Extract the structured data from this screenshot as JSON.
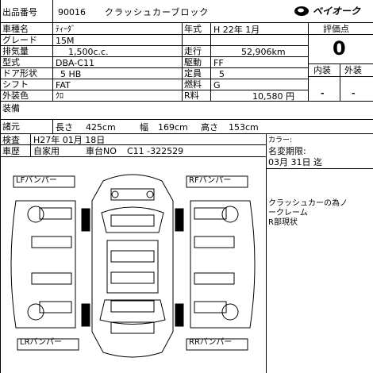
{
  "header": {
    "lot_label": "出品番号",
    "lot_number": "90016",
    "lot_title": "クラッシュカーブロック",
    "brand_logo_text": "ベイオーク"
  },
  "specs": {
    "model_label": "車種名",
    "model_value": "ﾃｨｰﾀﾞ",
    "grade_label": "グレード",
    "grade_value": "15M",
    "displacement_label": "排気量",
    "displacement_value": "1,500c.c.",
    "type_label": "型式",
    "type_value": "DBA-C11",
    "doors_label": "ドア形状",
    "doors_value": "5 HB",
    "shift_label": "シフト",
    "shift_value": "FAT",
    "color_label": "外装色",
    "color_value": "ｸﾛ",
    "year_label": "年式",
    "year_value": "H 22年  1月",
    "mileage_label": "走行",
    "mileage_value": "52,906km",
    "drive_label": "駆動",
    "drive_value": "FF",
    "capacity_label": "定員",
    "capacity_value": "5",
    "fuel_label": "燃料",
    "fuel_value": "G",
    "fee_label": "R料",
    "fee_value": "10,580 円"
  },
  "rating": {
    "title": "評価点",
    "score": "0",
    "interior_label": "内装",
    "exterior_label": "外装",
    "interior_value": "-",
    "exterior_value": "-"
  },
  "equipment": {
    "label": "装備"
  },
  "dimensions": {
    "label": "諸元",
    "length_label": "長さ",
    "length_value": "425cm",
    "width_label": "幅",
    "width_value": "169cm",
    "height_label": "高さ",
    "height_value": "153cm"
  },
  "inspection": {
    "label": "検査",
    "value": "H27年 01月 18日",
    "history_label": "車歴",
    "usage_value": "自家用",
    "chassis_label": "車台NO",
    "chassis_value": "C11 -322529"
  },
  "notes": {
    "color_change_label": "カラー:",
    "name_change_label": "名変期限:",
    "deadline_value": "03月 31日 迄",
    "comment_line1": "クラッシュカーの為ノ",
    "comment_line2": "ークレーム",
    "comment_line3": "R部現状"
  },
  "diagram": {
    "lf_bumper": "LFバンパー",
    "rf_bumper": "RFバンパー",
    "lr_bumper": "LRバンパー",
    "rr_bumper": "RRバンパー"
  }
}
